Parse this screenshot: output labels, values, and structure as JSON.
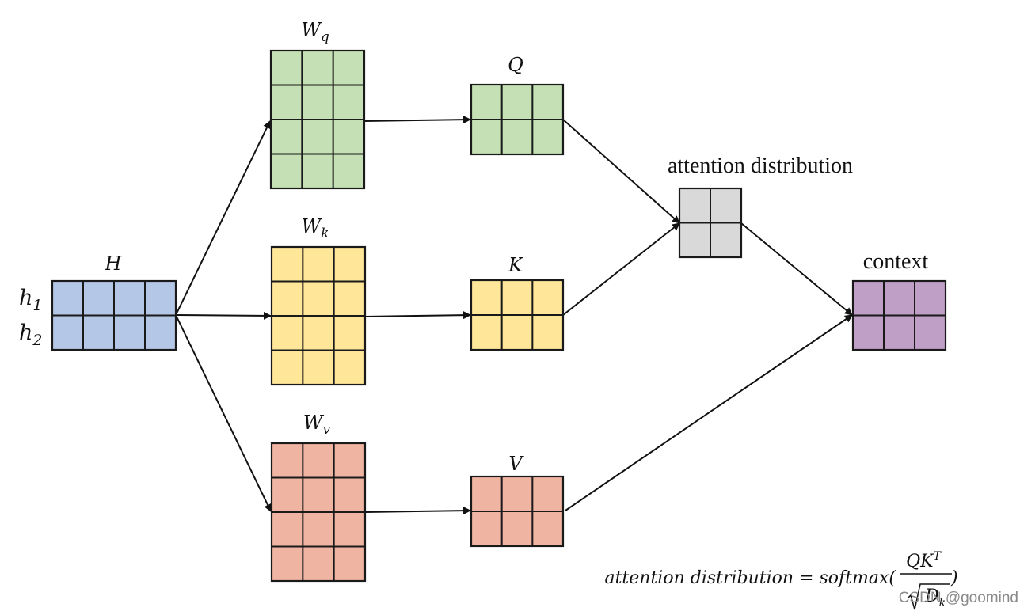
{
  "matrices": [
    {
      "id": "h",
      "label": "H",
      "rows": 2,
      "cols": 4,
      "color": "#b4c7e7"
    },
    {
      "id": "wq",
      "label": "W",
      "sub": "q",
      "rows": 4,
      "cols": 3,
      "color": "#c5e0b4"
    },
    {
      "id": "wk",
      "label": "W",
      "sub": "k",
      "rows": 4,
      "cols": 3,
      "color": "#ffe699"
    },
    {
      "id": "wv",
      "label": "W",
      "sub": "v",
      "rows": 4,
      "cols": 3,
      "color": "#f0b4a3"
    },
    {
      "id": "q",
      "label": "Q",
      "rows": 2,
      "cols": 3,
      "color": "#c5e0b4"
    },
    {
      "id": "k",
      "label": "K",
      "rows": 2,
      "cols": 3,
      "color": "#ffe699"
    },
    {
      "id": "v",
      "label": "V",
      "rows": 2,
      "cols": 3,
      "color": "#f0b4a3"
    },
    {
      "id": "attn",
      "label": "attention distribution",
      "rows": 2,
      "cols": 2,
      "color": "#d9d9d9"
    },
    {
      "id": "ctx",
      "label": "context",
      "rows": 2,
      "cols": 3,
      "color": "#c09fc7"
    }
  ],
  "row_labels": [
    {
      "base": "h",
      "sub": "1"
    },
    {
      "base": "h",
      "sub": "2"
    }
  ],
  "formula": {
    "lhs": "attention distribution = softmax(",
    "numerator": "QK",
    "numerator_sup": "T",
    "denominator": "D",
    "denominator_sub": "k",
    "rhs": ")"
  },
  "watermark": "CSDN @goomind"
}
